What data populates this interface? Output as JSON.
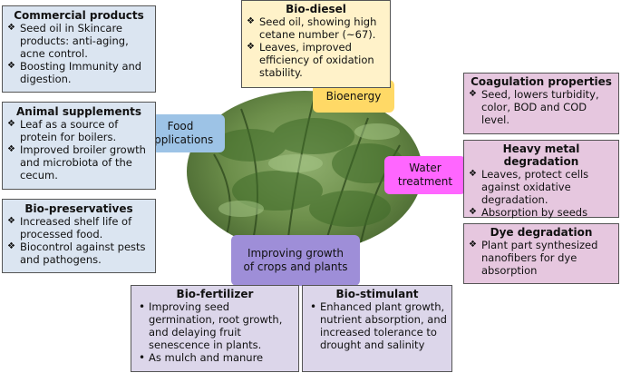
{
  "center_image": {
    "alt_icon": "moringa-plant-photo"
  },
  "hubs": {
    "food": "Food applications",
    "bioenergy": "Bioenergy",
    "water": "Water treatment",
    "growth": "Improving growth of crops and plants"
  },
  "commercial": {
    "title": "Commercial products",
    "items": [
      "Seed oil in Skincare products: anti-aging, acne control.",
      "Boosting Immunity and digestion."
    ]
  },
  "animal": {
    "title": "Animal supplements",
    "items": [
      "Leaf as a source of protein for boilers.",
      "Improved broiler growth and microbiota of the cecum."
    ]
  },
  "preservatives": {
    "title": "Bio-preservatives",
    "items": [
      "Increased shelf life of processed food.",
      "Biocontrol against pests and pathogens."
    ]
  },
  "biodiesel": {
    "title": "Bio-diesel",
    "items": [
      "Seed oil, showing high cetane number (~67).",
      "Leaves, improved efficiency of oxidation stability."
    ]
  },
  "coagulation": {
    "title": "Coagulation properties",
    "items": [
      "Seed, lowers turbidity, color, BOD and COD level."
    ]
  },
  "heavy_metal": {
    "title": "Heavy metal degradation",
    "items": [
      "Leaves, protect cells against oxidative degradation.",
      "Absorption by seeds"
    ]
  },
  "dye": {
    "title": "Dye degradation",
    "items": [
      "Plant part synthesized nanofibers for dye absorption"
    ]
  },
  "fertilizer": {
    "title": "Bio-fertilizer",
    "items": [
      "Improving seed germination, root growth, and delaying fruit senescence in plants.",
      "As mulch and manure"
    ]
  },
  "stimulant": {
    "title": "Bio-stimulant",
    "items": [
      "Enhanced plant growth, nutrient absorption, and increased tolerance to drought and salinity"
    ]
  }
}
